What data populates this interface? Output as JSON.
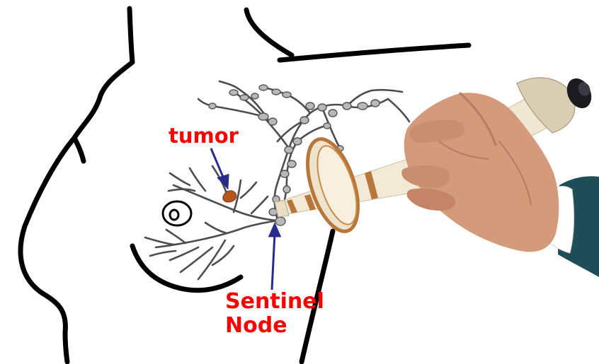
{
  "labels": {
    "tumor": "tumor",
    "sentinel_line1": "Sentinel",
    "sentinel_line2": "Node"
  },
  "colors": {
    "outline": "#000000",
    "vessel": "#4d4d4d",
    "node_fill": "#b8b8b8",
    "label_text": "#ff0000",
    "arrow": "#2b2b8c",
    "tumor_fill": "#b4561c",
    "probe_body": "#efe7d2",
    "probe_band": "#b8763a",
    "hand_skin": "#d39a7c",
    "sleeve": "#1f4e58"
  },
  "icons": {
    "probe": "gamma-probe-icon",
    "hand": "hand-icon",
    "tumor": "tumor-mass-icon"
  }
}
